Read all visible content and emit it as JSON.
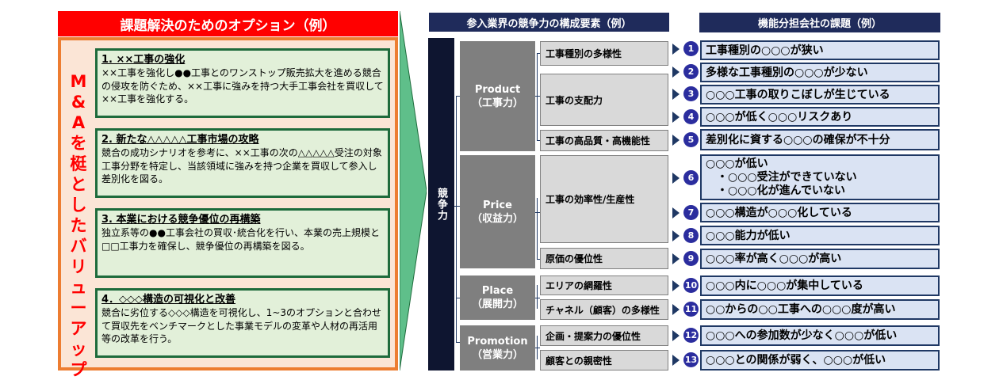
{
  "left": {
    "header": "課題解決のためのオプション（例）",
    "vertical_title": [
      "M",
      "&",
      "A",
      "を",
      "梃",
      "と",
      "し",
      "た",
      "バ",
      "リ",
      "ュ",
      "ー",
      "ア",
      "ッ",
      "プ"
    ],
    "options": [
      {
        "title": "1. ××工事の強化",
        "body": "××工事を強化し●●工事とのワンストップ販売拡大を進める競合の侵攻を防ぐため、××工事に強みを持つ大手工事会社を買収して××工事を強化する。"
      },
      {
        "title": "2. 新たな△△△△△工事市場の攻略",
        "body": "競合の成功シナリオを参考に、××工事の次の△△△△△受注の対象工事分野を特定し、当該領域に強みを持つ企業を買収して参入し差別化を図る。"
      },
      {
        "title": "3. 本業における競争優位の再構築",
        "body": "独立系等の●●工事会社の買収･統合化を行い、本業の売上規模と□□工事力を確保し、競争優位の再構築を図る。"
      },
      {
        "title": "4．◇◇◇構造の可視化と改善",
        "body": "競合に劣位する◇◇◇構造を可視化し、1~3のオプションと合わせて買収先をベンチマークとした事業モデルの変革や人材の再活用等の改革を行う。"
      }
    ]
  },
  "middle": {
    "header": "参入業界の競争力の構成要素（例）",
    "root": "競争力",
    "categories": [
      {
        "l1": "Product",
        "l2": "（工事力）",
        "elements": [
          "工事種別の多様性",
          "工事の支配力",
          "工事の高品質・高機能性"
        ]
      },
      {
        "l1": "Price",
        "l2": "（収益力）",
        "elements": [
          "工事の効率性/生産性",
          "原価の優位性"
        ]
      },
      {
        "l1": "Place",
        "l2": "（展開力）",
        "elements": [
          "エリアの網羅性",
          "チャネル（顧客）の多様性"
        ]
      },
      {
        "l1": "Promotion",
        "l2": "（営業力）",
        "elements": [
          "企画・提案力の優位性",
          "顧客との親密性"
        ]
      }
    ]
  },
  "right": {
    "header": "機能分担会社の課題（例）",
    "issues": [
      {
        "num": "1",
        "lines": [
          "工事種別の○○○が狭い"
        ]
      },
      {
        "num": "2",
        "lines": [
          "多様な工事種別の○○○が少ない"
        ]
      },
      {
        "num": "3",
        "lines": [
          "○○○工事の取りこぼしが生じている"
        ]
      },
      {
        "num": "4",
        "lines": [
          "○○○が低く○○○リスクあり"
        ]
      },
      {
        "num": "5",
        "lines": [
          "差別化に資する○○○の確保が不十分"
        ]
      },
      {
        "num": "6",
        "lines": [
          "○○○が低い",
          "・○○○受注ができていない",
          "・○○○化が進んでいない"
        ]
      },
      {
        "num": "7",
        "lines": [
          "○○○構造が○○○化している"
        ]
      },
      {
        "num": "8",
        "lines": [
          "○○○能力が低い"
        ]
      },
      {
        "num": "9",
        "lines": [
          "○○○率が高く○○○が高い"
        ]
      },
      {
        "num": "10",
        "lines": [
          "○○○内に○○○が集中している"
        ]
      },
      {
        "num": "11",
        "lines": [
          "○○からの○○工事への○○○度が高い"
        ]
      },
      {
        "num": "12",
        "lines": [
          "○○○への参加数が少なく○○○が低い"
        ]
      },
      {
        "num": "13",
        "lines": [
          "○○○との関係が弱く、○○○が低い"
        ]
      }
    ]
  },
  "colors": {
    "red": "#ff0000",
    "orange": "#ed7d31",
    "green": "#1e6b3c",
    "navy": "#1f2b5b",
    "gray": "#7f7f7f",
    "issue_bg": "#dae3f3"
  }
}
